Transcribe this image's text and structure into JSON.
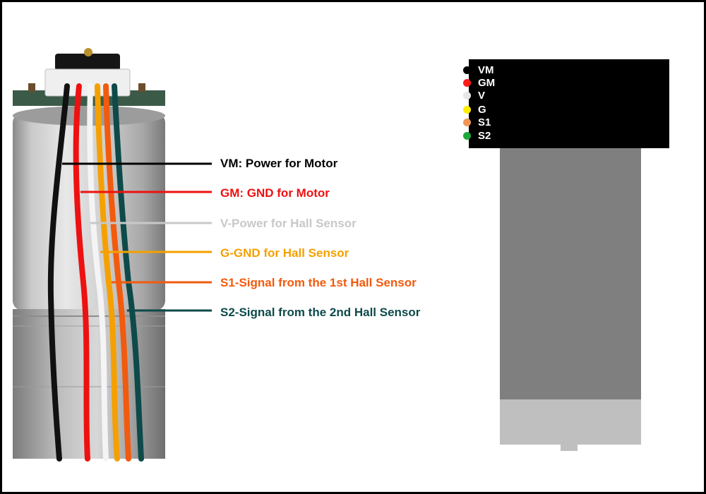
{
  "callouts": [
    {
      "id": "vm",
      "label": "VM: Power for Motor",
      "color": "#000000"
    },
    {
      "id": "gm",
      "label": "GM: GND for Motor",
      "color": "#ee1111"
    },
    {
      "id": "v",
      "label": "V-Power for Hall Sensor",
      "color": "#c8c8c8"
    },
    {
      "id": "g",
      "label": "G-GND for Hall Sensor",
      "color": "#f5a000"
    },
    {
      "id": "s1",
      "label": "S1-Signal from the 1st Hall Sensor",
      "color": "#f25a0e"
    },
    {
      "id": "s2",
      "label": "S2-Signal from the 2nd Hall Sensor",
      "color": "#0e4a4a"
    }
  ],
  "pins": [
    {
      "name": "VM",
      "dot_color": "#000000"
    },
    {
      "name": "GM",
      "dot_color": "#ff1a1a"
    },
    {
      "name": "V",
      "dot_color": "#e6e6e6"
    },
    {
      "name": "G",
      "dot_color": "#ffee00"
    },
    {
      "name": "S1",
      "dot_color": "#f0965a"
    },
    {
      "name": "S2",
      "dot_color": "#1fa83a"
    }
  ],
  "colors": {
    "background": "#ffffff",
    "header": "#000000",
    "motor_body": "#7f7f7f",
    "motor_cap": "#bfbfbf"
  }
}
